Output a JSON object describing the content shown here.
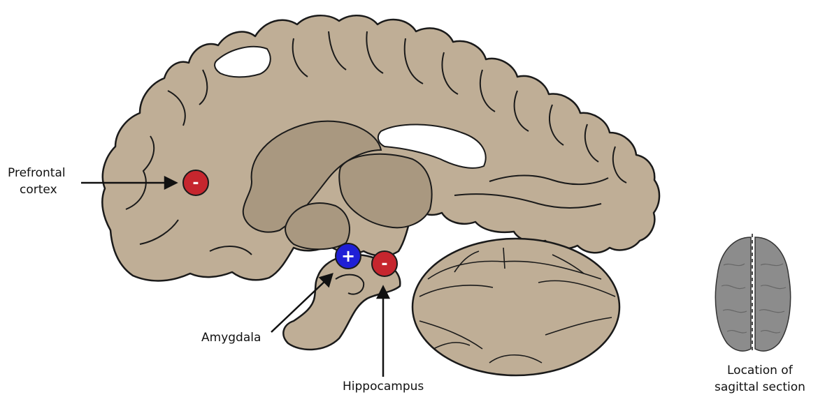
{
  "labels": {
    "prefrontal_line1": "Prefrontal",
    "prefrontal_line2": "cortex",
    "amygdala": "Amygdala",
    "hippocampus": "Hippocampus",
    "location_line1": "Location of",
    "location_line2": "sagittal section"
  },
  "markers": {
    "prefrontal": "-",
    "amygdala": "+",
    "hippocampus": "-"
  },
  "colors": {
    "tissue": "#bfae96",
    "tissue_dark": "#a99880",
    "outline": "#1a1a1a",
    "negative_marker": "#c6262e",
    "positive_marker": "#1f1fd6",
    "top_brain": "#8c8c8c"
  }
}
